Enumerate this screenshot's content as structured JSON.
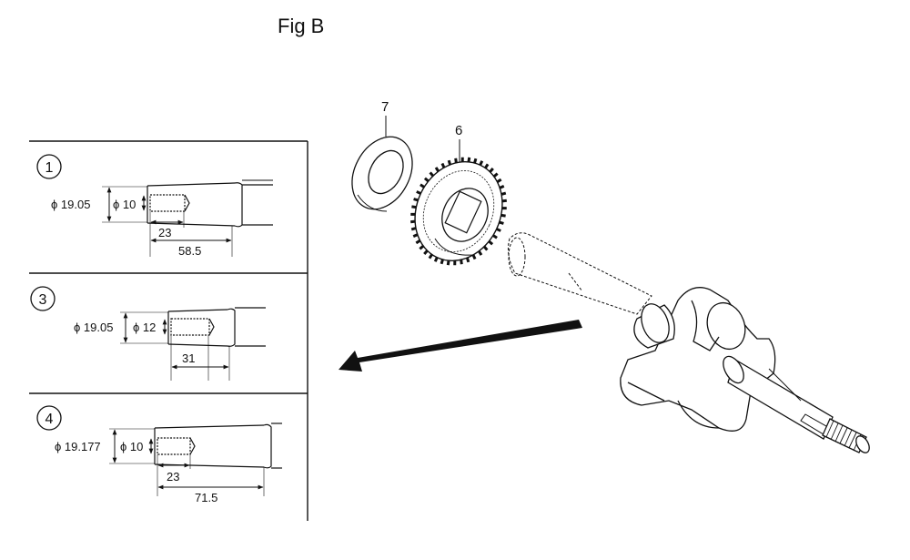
{
  "figure": {
    "title": "Fig B",
    "callouts": [
      "7",
      "6"
    ]
  },
  "panels": [
    {
      "number": "1",
      "outer_diameter": "ϕ 19.05",
      "bore_diameter": "ϕ 10",
      "short_length": "23",
      "long_length": "58.5"
    },
    {
      "number": "3",
      "outer_diameter": "ϕ 19.05",
      "bore_diameter": "ϕ 12",
      "short_length": "31"
    },
    {
      "number": "4",
      "outer_diameter": "ϕ 19.177",
      "bore_diameter": "ϕ 10",
      "short_length": "23",
      "long_length": "71.5"
    }
  ]
}
